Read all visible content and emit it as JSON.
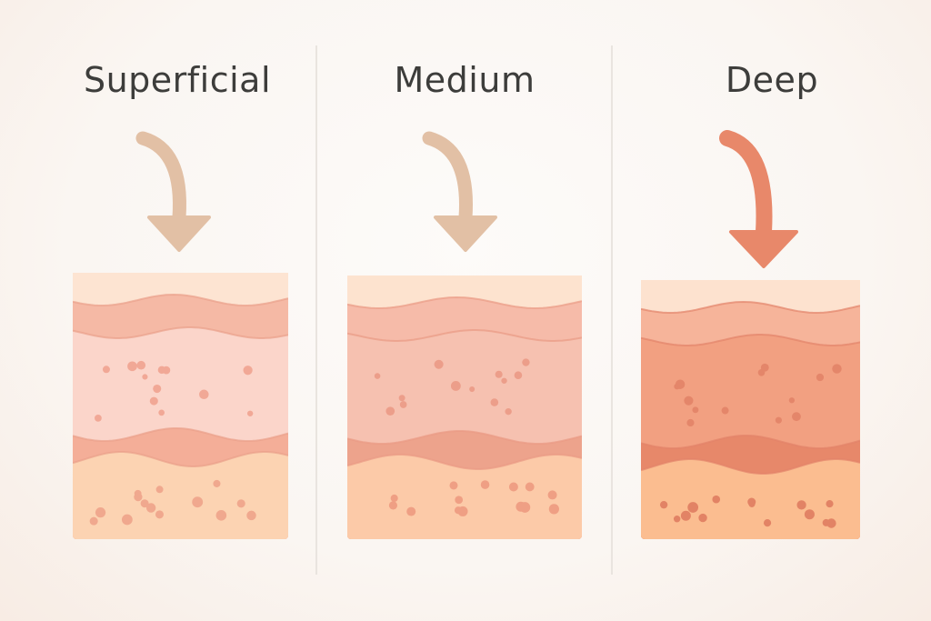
{
  "panels": [
    {
      "title": "Superficial",
      "colors": {
        "arrow": "#e2c0a5",
        "surface": "#fde4d2",
        "epidermis": "#f5b9a5",
        "dermis": "#fbd5ca",
        "band": "#f4ae98",
        "fat": "#fcd3b2",
        "dots": "#f1a896",
        "fatdots": "#f0a88e",
        "line": "#eaa08a"
      }
    },
    {
      "title": "Medium",
      "colors": {
        "arrow": "#e2c0a5",
        "surface": "#fde3cf",
        "epidermis": "#f6bba9",
        "dermis": "#f6c1b0",
        "band": "#eda38c",
        "fat": "#fccaa8",
        "dots": "#ec9e8a",
        "fatdots": "#ef9f84",
        "line": "#e99a84"
      }
    },
    {
      "title": "Deep",
      "colors": {
        "arrow": "#e8886a",
        "surface": "#fde2cf",
        "epidermis": "#f6b49a",
        "dermis": "#f2a081",
        "band": "#e7886a",
        "fat": "#fbbd90",
        "dots": "#e4866a",
        "fatdots": "#e28365",
        "line": "#e2836a"
      }
    }
  ]
}
